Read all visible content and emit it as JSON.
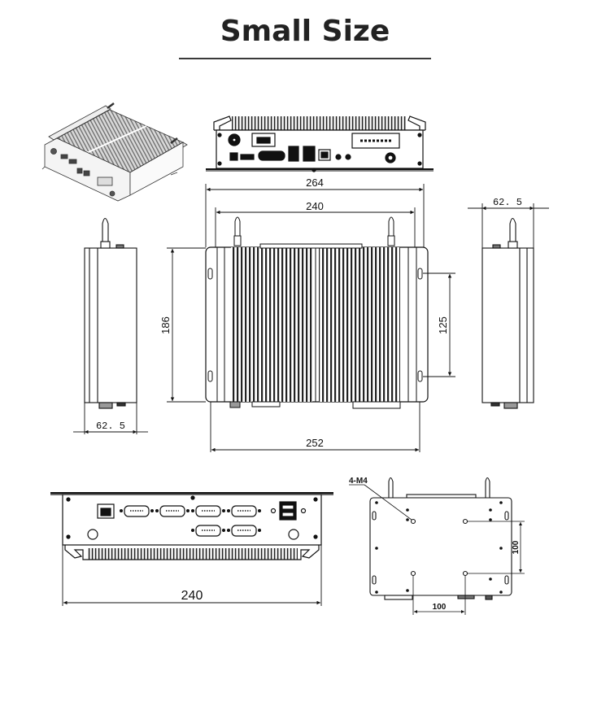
{
  "page": {
    "title": "Small Size"
  },
  "views": {
    "isometric": {
      "label": "isometric-view"
    },
    "front_panel": {
      "label": "front-io-panel"
    },
    "top_view": {
      "dimensions": {
        "overall_width": "264",
        "inner_width": "240",
        "depth": "186",
        "mount_hole_spacing": "125",
        "bottom_width": "252"
      }
    },
    "left_side_view": {
      "dimensions": {
        "height": "62. 5"
      }
    },
    "right_side_view": {
      "dimensions": {
        "height": "62. 5"
      }
    },
    "rear_panel": {
      "dimensions": {
        "width": "240"
      }
    },
    "bottom_view": {
      "callout": "4-M4",
      "dimensions": {
        "vesa_vertical": "100",
        "vesa_horizontal": "100"
      }
    }
  },
  "colors": {
    "line": "#1a1a1a",
    "title": "#222222",
    "background": "#ffffff"
  }
}
